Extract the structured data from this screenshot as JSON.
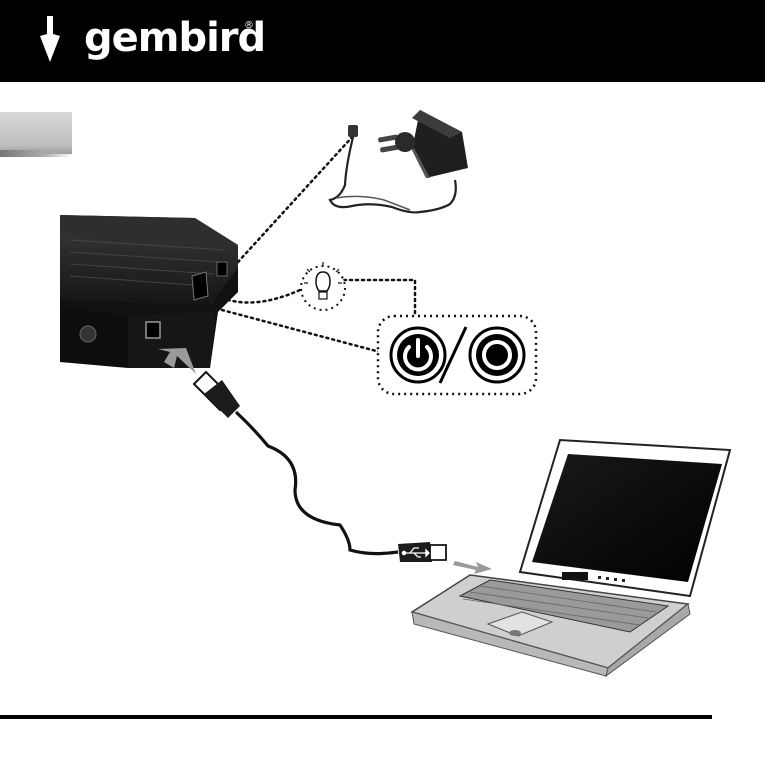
{
  "brand": {
    "name": "gembird",
    "registered": "®",
    "logo_icon": "gembird-arrow-logo-icon"
  },
  "section_tab": {
    "label": ""
  },
  "diagram": {
    "items": [
      "power-adapter",
      "hdd-enclosure",
      "power-led-bulb-icon",
      "power-on-icon",
      "power-off-icon",
      "usb-cable",
      "usb-symbol-icon",
      "laptop"
    ]
  },
  "colors": {
    "header": "#000000",
    "enclosure": "#1a1a1a",
    "arrow": "#9a9a9a"
  }
}
